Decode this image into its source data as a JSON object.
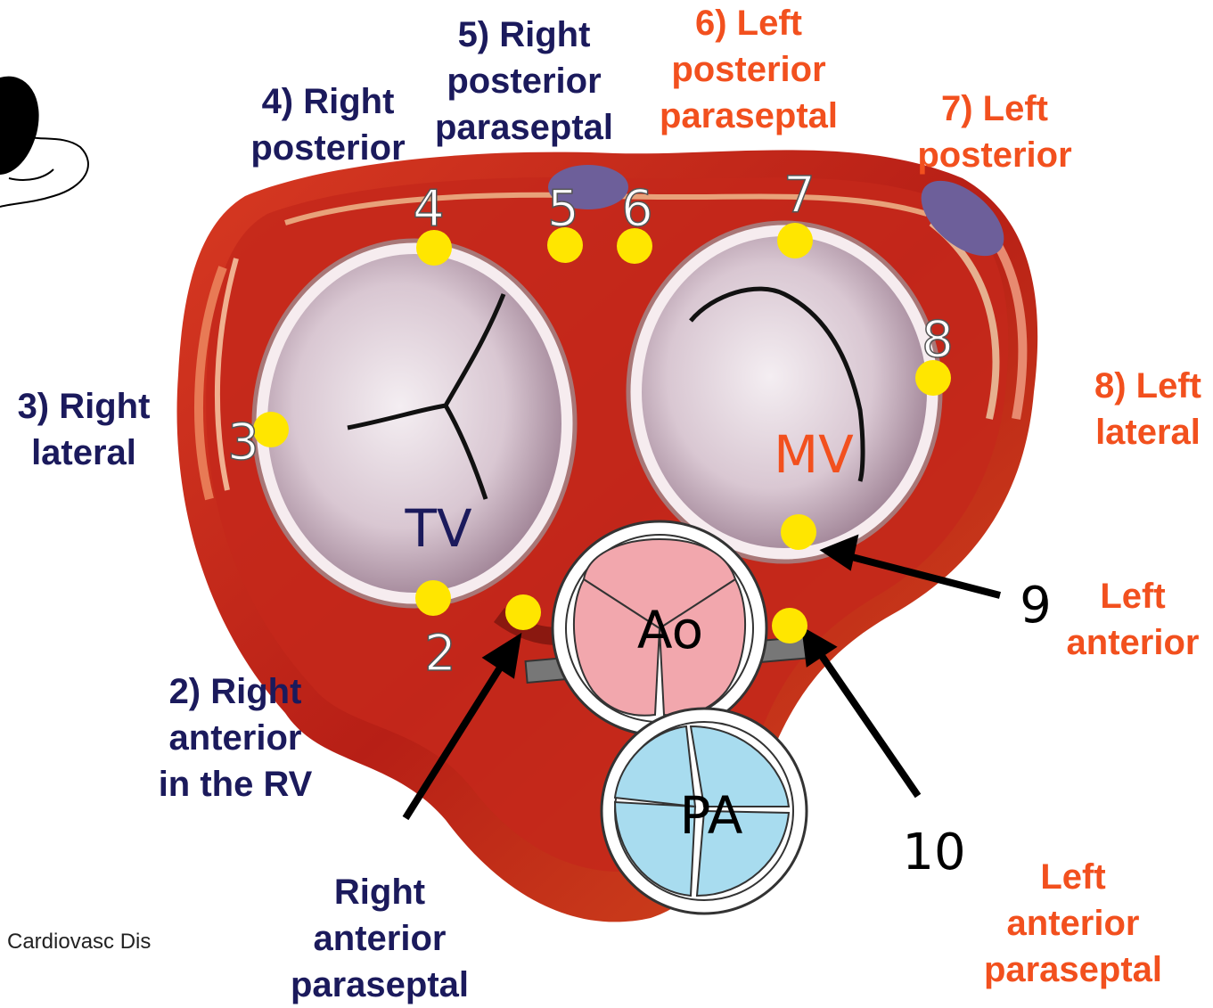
{
  "labels": {
    "right_posterior": [
      "4) Right",
      "posterior"
    ],
    "right_posterior_paraseptal": [
      "5) Right",
      "posterior",
      "paraseptal"
    ],
    "left_posterior_paraseptal": [
      "6) Left",
      "posterior",
      "paraseptal"
    ],
    "left_posterior": [
      "7) Left",
      "posterior"
    ],
    "right_lateral": [
      "3) Right",
      "lateral"
    ],
    "left_lateral": [
      "8) Left",
      "lateral"
    ],
    "left_anterior": [
      "Left",
      "anterior"
    ],
    "right_anterior_rv": [
      "2) Right",
      "anterior",
      "in the RV"
    ],
    "right_anterior_paraseptal": [
      "Right",
      "anterior",
      "paraseptal"
    ],
    "left_anterior_paraseptal": [
      "Left",
      "anterior",
      "paraseptal"
    ]
  },
  "site_numbers": [
    "2",
    "3",
    "4",
    "5",
    "6",
    "7",
    "8",
    "9",
    "10"
  ],
  "valves": {
    "tricuspid": "TV",
    "mitral": "MV",
    "aortic": "Ao",
    "pulmonary": "PA"
  },
  "source_text": "Cardiovasc Dis",
  "colors": {
    "right_label": "#1b1a5c",
    "left_label": "#f2501e",
    "marker": "#ffe600",
    "myocardium": "#c0261a",
    "aortic_valve": "#f2a7ad",
    "pulmonary_valve": "#a8dcef"
  }
}
